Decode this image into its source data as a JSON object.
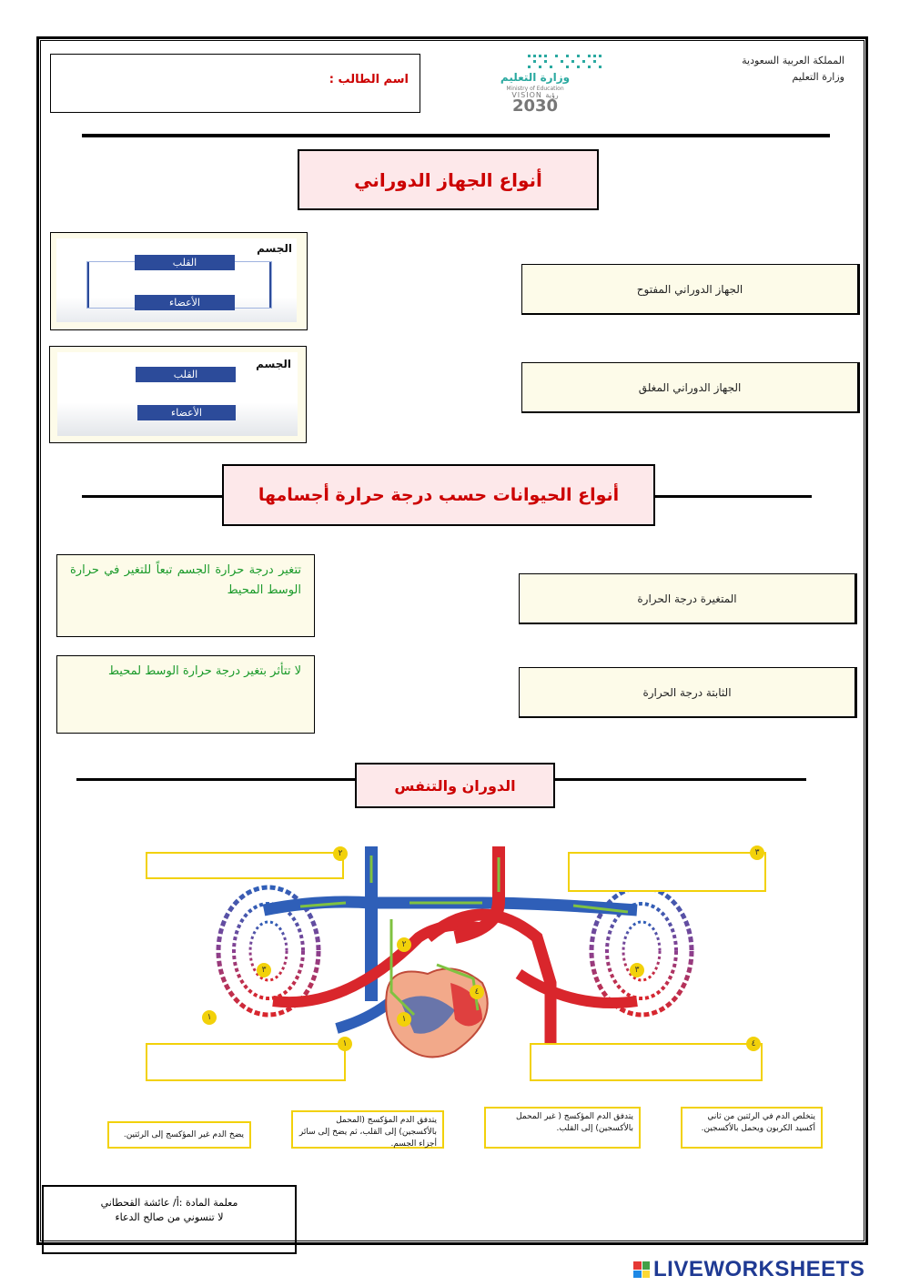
{
  "header": {
    "kingdom": "المملكة العربية السعودية",
    "ministry": "وزارة التعليم",
    "logo_ar": "وزارة التعليم",
    "logo_en": "Ministry of Education",
    "vision": "VISION رؤية",
    "vision_year": "2030"
  },
  "student_name_label": "اسم الطالب :",
  "section1": {
    "title": "أنواع الجهاز الدوراني",
    "open_label": "الجهاز الدوراني المفتوح",
    "closed_label": "الجهاز الدوراني المغلق",
    "diagram_body": "الجسم",
    "diagram_heart": "القلب",
    "diagram_organs": "الأعضاء"
  },
  "section2": {
    "title": "أنواع الحيوانات حسب درجة حرارة أجسامها",
    "variable_label": "المتغيرة درجة الحرارة",
    "constant_label": "الثابتة درجة الحرارة",
    "desc_variable": "تتغير درجة حرارة الجسم تبعاً للتغير في حرارة الوسط المحيط",
    "desc_constant": "لا تتأثر بتغير درجة حرارة الوسط لمحيط"
  },
  "section3": {
    "title": "الدوران والتنفس",
    "markers": [
      "١",
      "٢",
      "٣",
      "٤"
    ],
    "captions": [
      "يتخلص الدم في الرئتين من ثاني أكسيد الكربون ويحمل بالأكسجين.",
      "يتدفق الدم المؤكسج ( غير المحمل بالأكسجين) إلى القلب.",
      "يتدفق الدم المؤكسج (المحمل بالأكسجين) إلى القلب، ثم يضخ إلى سائر أجزاء الجسم.",
      "يضخ الدم غير المؤكسج إلى الرئتين."
    ]
  },
  "teacher": {
    "line1": "معلمة المادة :أ/ عائشة القحطاني",
    "line2": "لا تنسوني من صالح الدعاء"
  },
  "watermark": "LIVEWORKSHEETS",
  "colors": {
    "title_red": "#cc0000",
    "green_text": "#1a9a2a",
    "artery": "#d9262c",
    "vein": "#2f5fb8",
    "marker": "#f2d10a"
  }
}
